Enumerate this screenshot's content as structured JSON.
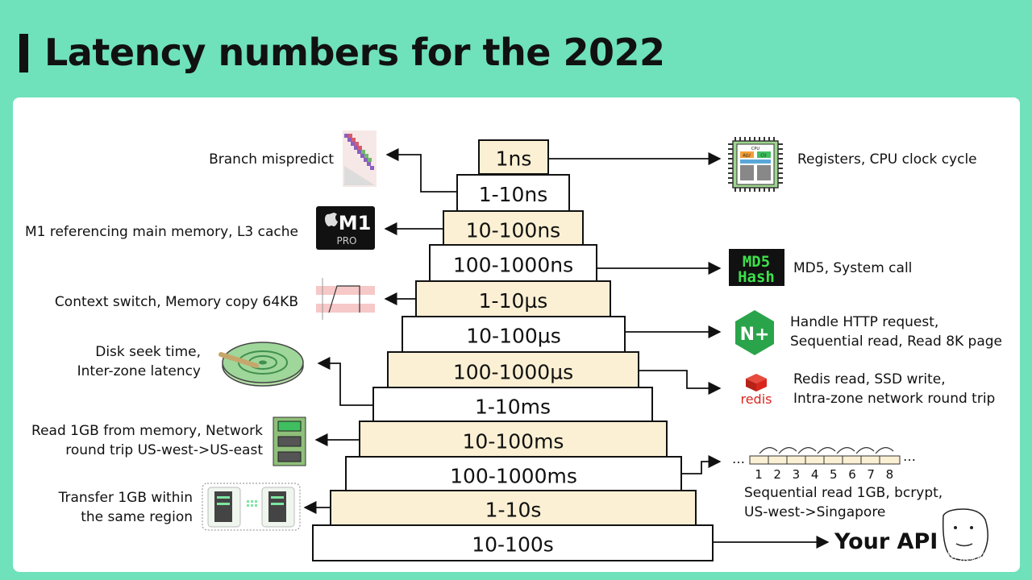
{
  "title": "Latency numbers for the 2022",
  "steps": [
    "1ns",
    "1-10ns",
    "10-100ns",
    "100-1000ns",
    "1-10µs",
    "10-100µs",
    "100-1000µs",
    "1-10ms",
    "10-100ms",
    "100-1000ms",
    "1-10s",
    "10-100s"
  ],
  "left_labels": {
    "branch": "Branch mispredict",
    "m1": "M1 referencing main memory, L3 cache",
    "context": "Context switch, Memory copy 64KB",
    "disk_1": "Disk seek time,",
    "disk_2": "Inter-zone latency",
    "read_1": "Read 1GB from memory, Network",
    "read_2": "round trip US-west->US-east",
    "transfer_1": "Transfer 1GB within",
    "transfer_2": "the same region"
  },
  "right_labels": {
    "registers": "Registers, CPU clock cycle",
    "md5": "MD5, System call",
    "http_1": "Handle HTTP request,",
    "http_2": "Sequential read, Read 8K page",
    "redis_1": "Redis read, SSD write,",
    "redis_2": "Intra-zone network round trip",
    "seq_1": "Sequential read 1GB, bcrypt,",
    "seq_2": "US-west->Singapore",
    "api": "Your API"
  },
  "icons": {
    "m1_line1": "M1",
    "m1_line2": "PRO",
    "md5_line1": "MD5",
    "md5_line2": "Hash",
    "nginx": "N+",
    "redis": "redis",
    "cpu": "CPU",
    "alu": "ALU",
    "cu": "CU"
  },
  "sequence_numbers": [
    "1",
    "2",
    "3",
    "4",
    "5",
    "6",
    "7",
    "8"
  ],
  "watermark": "@稀土掘金技术社区",
  "colors": {
    "background": "#6fe1bb",
    "cream": "#fbf0d3",
    "white": "#ffffff",
    "nginx": "#2aa44a",
    "redis": "#d8261f",
    "md5": "#3de04b"
  }
}
